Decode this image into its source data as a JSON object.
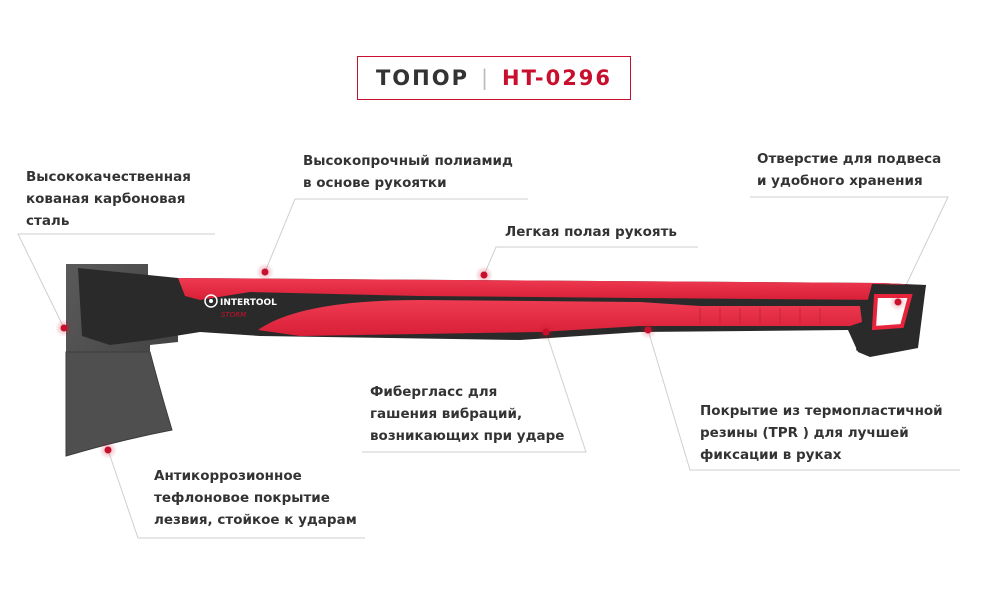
{
  "title": {
    "name": "ТОПОР",
    "separator": "|",
    "model": "HT-0296"
  },
  "brand": {
    "logo_text": "INTERTOOL",
    "sub_text": "STORM"
  },
  "features": [
    {
      "id": "steel",
      "text": "Высококачественная\nкованая карбоновая\nсталь"
    },
    {
      "id": "polyamide",
      "text": "Высокопрочный полиамид\nв основе рукоятки"
    },
    {
      "id": "hollow",
      "text": "Легкая полая рукоять"
    },
    {
      "id": "hole",
      "text": "Отверстие для подвеса\nи удобного хранения"
    },
    {
      "id": "fiberglass",
      "text": "Фибергласс для\nгашения вибраций,\nвозникающих при ударе"
    },
    {
      "id": "tpr",
      "text": "Покрытие из термопластичной\nрезины (TPR ) для лучшей\nфиксации в руках"
    },
    {
      "id": "coating",
      "text": "Антикоррозионное\nтефлоновое покрытие\nлезвия, стойкое к ударам"
    }
  ],
  "colors": {
    "accent": "#c8102e",
    "handle_red": "#e8243c",
    "handle_dark": "#2a2a2a",
    "blade": "#4a4a4a",
    "text": "#333333",
    "line": "#cfcfcf"
  }
}
